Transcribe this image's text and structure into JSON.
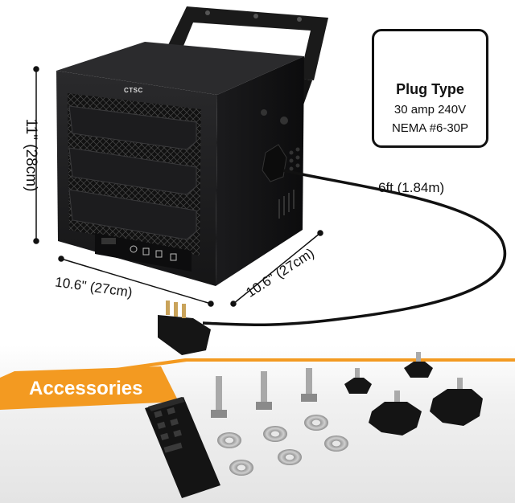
{
  "product": {
    "brand": "CTSC"
  },
  "dimensions": {
    "height": "11\" (28cm)",
    "width": "10.6\" (27cm)",
    "depth": "10.6\" (27cm)",
    "cord_length": "6ft (1.84m)"
  },
  "plug_info": {
    "title": "Plug Type",
    "line1": "30 amp 240V",
    "line2": "NEMA #6-30P"
  },
  "accessories": {
    "label": "Accessories",
    "accent_color": "#f39a21",
    "items": [
      "remote-control",
      "screws",
      "washers",
      "knobs"
    ]
  }
}
